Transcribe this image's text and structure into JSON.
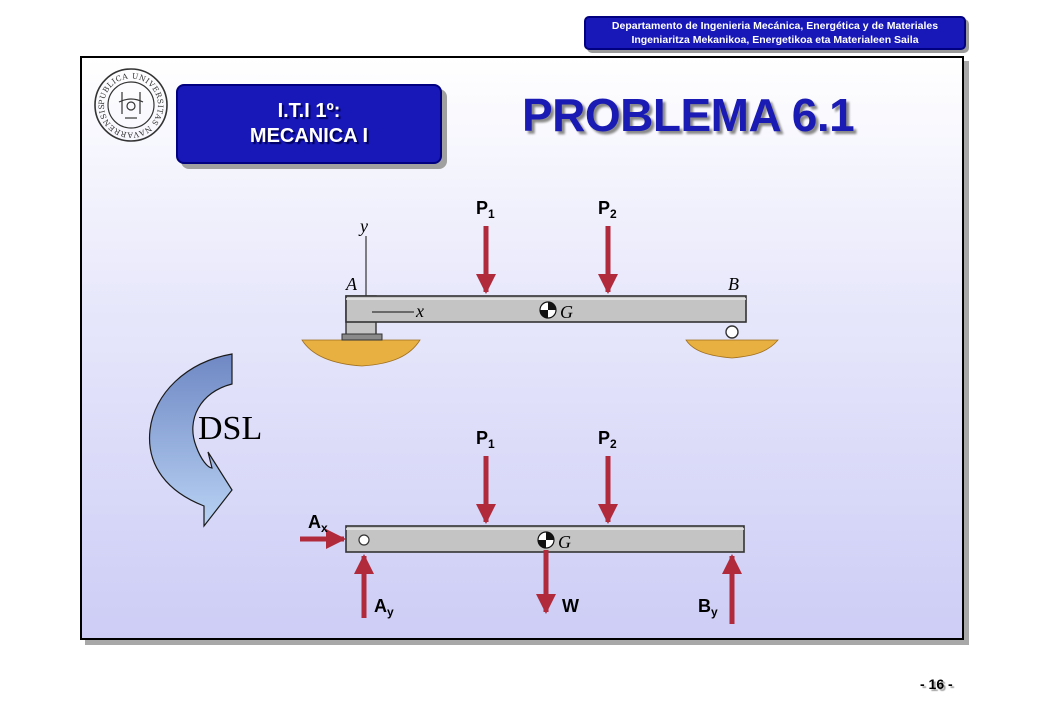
{
  "header": {
    "department_line1": "Departamento de Ingenieria Mecánica, Energética y de Materiales",
    "department_line2": "Ingeniaritza Mekanikoa, Energetikoa eta Materialeen Saila"
  },
  "seal": {
    "text": "PUBLICA UNIVERSITAS NAVARRENSIS"
  },
  "course": {
    "line1": "I.T.I 1º:",
    "line2": "MECANICA I"
  },
  "slide": {
    "title": "PROBLEMA 6.1",
    "page_number": "- 16 -",
    "transition_label": "DSL"
  },
  "figure_top": {
    "load1": "P",
    "load1_sub": "1",
    "load2": "P",
    "load2_sub": "2",
    "axis_y": "y",
    "axis_x": "x",
    "point_a": "A",
    "point_b": "B",
    "centroid": "G"
  },
  "figure_bottom": {
    "load1": "P",
    "load1_sub": "1",
    "load2": "P",
    "load2_sub": "2",
    "reaction_ax": "A",
    "reaction_ax_sub": "x",
    "reaction_ay": "A",
    "reaction_ay_sub": "y",
    "reaction_by": "B",
    "reaction_by_sub": "y",
    "weight": "W",
    "centroid": "G"
  },
  "colors": {
    "box_blue": "#1818b8",
    "title_blue": "#1a1ab4",
    "arrow_red": "#b02a3c",
    "beam_gray": "#c4c4c4",
    "ground": "#e8b040"
  }
}
